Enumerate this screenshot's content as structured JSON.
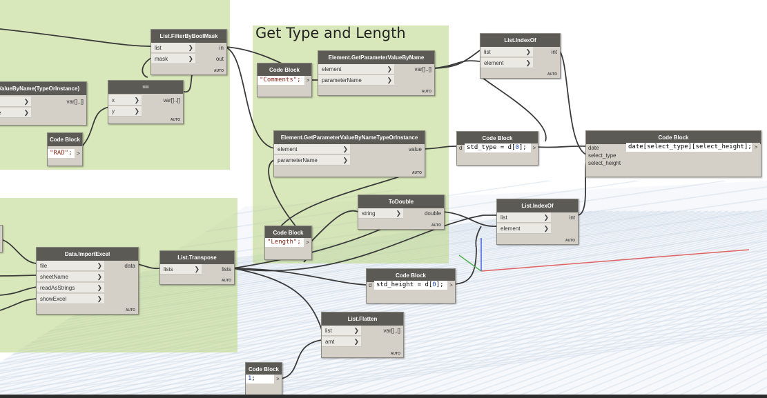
{
  "groups": {
    "type_length_title": "Get Type and Length"
  },
  "nodes": {
    "filter_by_bool_mask": {
      "title": "List.FilterByBoolMask",
      "inputs": [
        "list",
        "mask"
      ],
      "outputs": [
        "in",
        "out"
      ],
      "lacing": "AUTO"
    },
    "get_param_value_by_name_type_left": {
      "title": "ValueByName(TypeOrInstance)",
      "outputs": [
        "var[]..[]"
      ]
    },
    "equals": {
      "title": "==",
      "inputs": [
        "x",
        "y"
      ],
      "outputs": [
        "var[]..[]"
      ],
      "lacing": "AUTO"
    },
    "code_rad": {
      "title": "Code Block",
      "code": "\"RAD\";",
      "out": ">"
    },
    "code_comments": {
      "title": "Code Block",
      "code": "\"Comments\";",
      "out": ">"
    },
    "get_param_value_by_name": {
      "title": "Element.GetParameterValueByName",
      "inputs": [
        "element",
        "parameterName"
      ],
      "outputs": [
        "var[]..[]"
      ],
      "lacing": "AUTO"
    },
    "get_param_value_by_name_type": {
      "title": "Element.GetParameterValueByNameTypeOrInstance",
      "inputs": [
        "element",
        "parameterName"
      ],
      "outputs": [
        "value"
      ],
      "lacing": "AUTO"
    },
    "index_of_top": {
      "title": "List.IndexOf",
      "inputs": [
        "list",
        "element"
      ],
      "outputs": [
        "int"
      ],
      "lacing": "AUTO"
    },
    "code_std_type": {
      "title": "Code Block",
      "in": "d",
      "code_prefix": "std_type = d[",
      "code_num": "0",
      "code_suffix": "];",
      "out": ">"
    },
    "code_date": {
      "title": "Code Block",
      "inputs": [
        "date",
        "select_type",
        "select_height"
      ],
      "code": "date[select_type][select_height];",
      "out": ">"
    },
    "to_double": {
      "title": "ToDouble",
      "inputs": [
        "string"
      ],
      "outputs": [
        "double"
      ],
      "lacing": "AUTO"
    },
    "code_length": {
      "title": "Code Block",
      "code": "\"Length\";",
      "out": ">"
    },
    "index_of_bottom": {
      "title": "List.IndexOf",
      "inputs": [
        "list",
        "element"
      ],
      "outputs": [
        "int"
      ],
      "lacing": "AUTO"
    },
    "import_excel": {
      "title": "Data.ImportExcel",
      "inputs": [
        "file",
        "sheetName",
        "readAsStrings",
        "showExcel"
      ],
      "outputs": [
        "data"
      ],
      "lacing": "AUTO"
    },
    "transpose": {
      "title": "List.Transpose",
      "inputs": [
        "lists"
      ],
      "outputs": [
        "lists"
      ],
      "lacing": "AUTO"
    },
    "code_std_height": {
      "title": "Code Block",
      "in": "d",
      "code_prefix": "std_height = d[",
      "code_num": "0",
      "code_suffix": "];",
      "out": ">"
    },
    "flatten": {
      "title": "List.Flatten",
      "inputs": [
        "list",
        "amt"
      ],
      "outputs": [
        "var[]..[]"
      ],
      "lacing": "AUTO"
    },
    "code_one": {
      "title": "Code Block",
      "code_num": "1",
      "code_suffix": ";",
      "out": ">"
    }
  },
  "colors": {
    "group_fill": "#bad682",
    "node_header": "#5b5a55",
    "node_body": "#d4d0c8",
    "wire": "#3a3a3a",
    "grid_line": "#c9d7e6",
    "axis_x": "#e06060",
    "axis_y": "#50b050",
    "axis_z": "#4060e0",
    "string_literal": "#8b2a19",
    "number_literal": "#1a47b8"
  }
}
